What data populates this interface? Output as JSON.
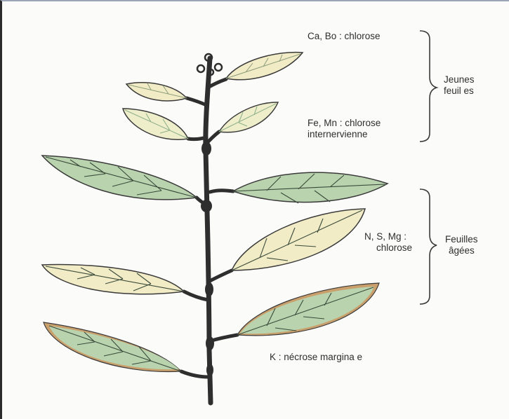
{
  "labels": {
    "young_ca_bo": "Ca, Bo : chlorose",
    "young_fe_mn_1": "Fe, Mn : chlorose",
    "young_fe_mn_2": "internervienne",
    "young_group_1": "Jeunes",
    "young_group_2": "feuil es",
    "old_nsmg_1": "N, S, Mg :",
    "old_nsmg_2": "chlorose",
    "old_group_1": "Feuilles",
    "old_group_2": "âgées",
    "k_necrosis": "K : nécrose margina e"
  },
  "colors": {
    "healthy_leaf": "#b9d3ae",
    "chlorotic_leaf": "#f1ecc6",
    "necrotic_margin": "#c99f6c",
    "stem": "#2e2e2e",
    "vein": "#3a4a3a"
  }
}
